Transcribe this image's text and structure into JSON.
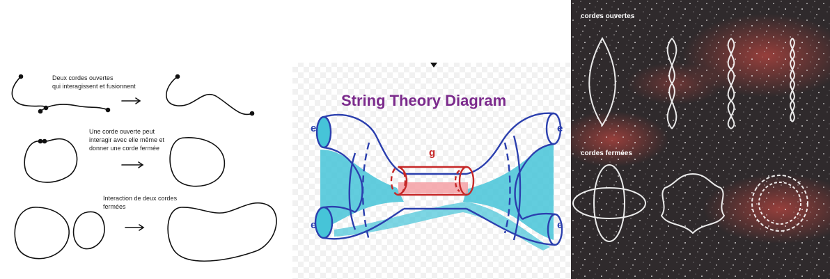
{
  "left_panel": {
    "note_1": "Deux cordes ouvertes\nqui interagissent et fusionnent",
    "note_2": "Une corde ouverte peut\ninteragir avec elle même et\ndonner une corde fermée",
    "note_3": "Interaction de deux cordes\nfermées"
  },
  "middle_panel": {
    "title": "String Theory Diagram",
    "label_e": "e",
    "label_g": "g",
    "colors": {
      "title": "#7b2a8c",
      "tube": "#2b3fae",
      "shade": "#46c4d8",
      "graviton": "#c62828"
    }
  },
  "right_panel": {
    "label_open": "cordes ouvertes",
    "label_closed": "cordes fermées"
  }
}
